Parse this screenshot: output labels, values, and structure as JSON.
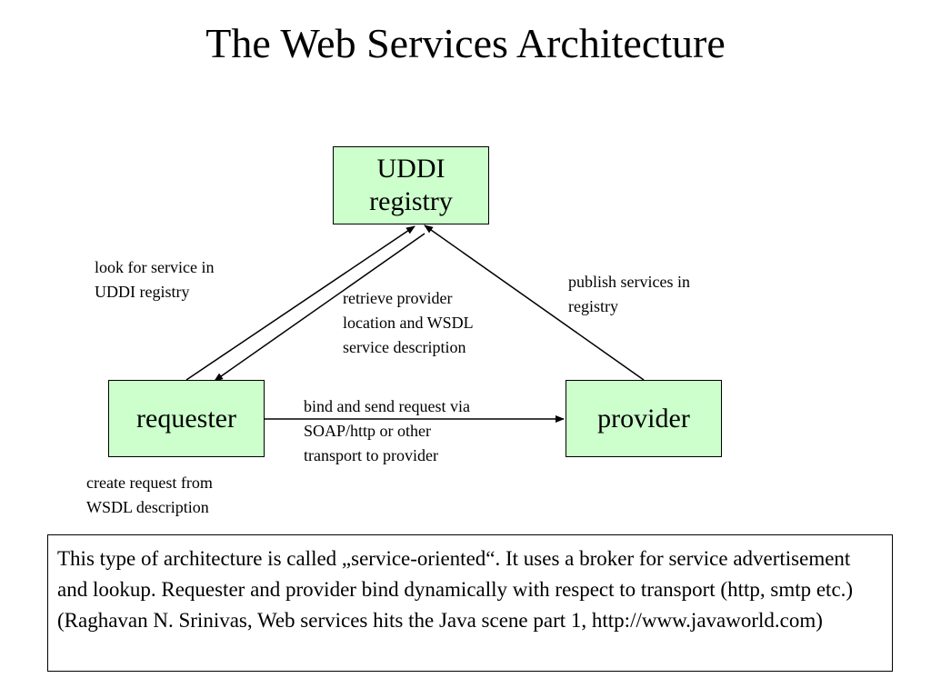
{
  "title": "The Web Services Architecture",
  "nodes": {
    "uddi": "UDDI\nregistry",
    "requester": "requester",
    "provider": "provider"
  },
  "labels": {
    "look_for_service": "look for service in\nUDDI registry",
    "retrieve_provider": "retrieve provider\nlocation and WSDL\nservice description",
    "publish_services": "publish services in\nregistry",
    "bind_and_send": "bind and send request via\nSOAP/http or other\ntransport to provider",
    "create_request": "create request from\nWSDL description"
  },
  "note": "This type of architecture is called „service-oriented“. It uses a broker for service advertisement and lookup. Requester and provider bind dynamically with respect to transport (http, smtp etc.) (Raghavan N. Srinivas, Web services hits the Java scene part 1, http://www.javaworld.com)",
  "colors": {
    "node_fill": "#ccffcc",
    "line": "#000000"
  }
}
